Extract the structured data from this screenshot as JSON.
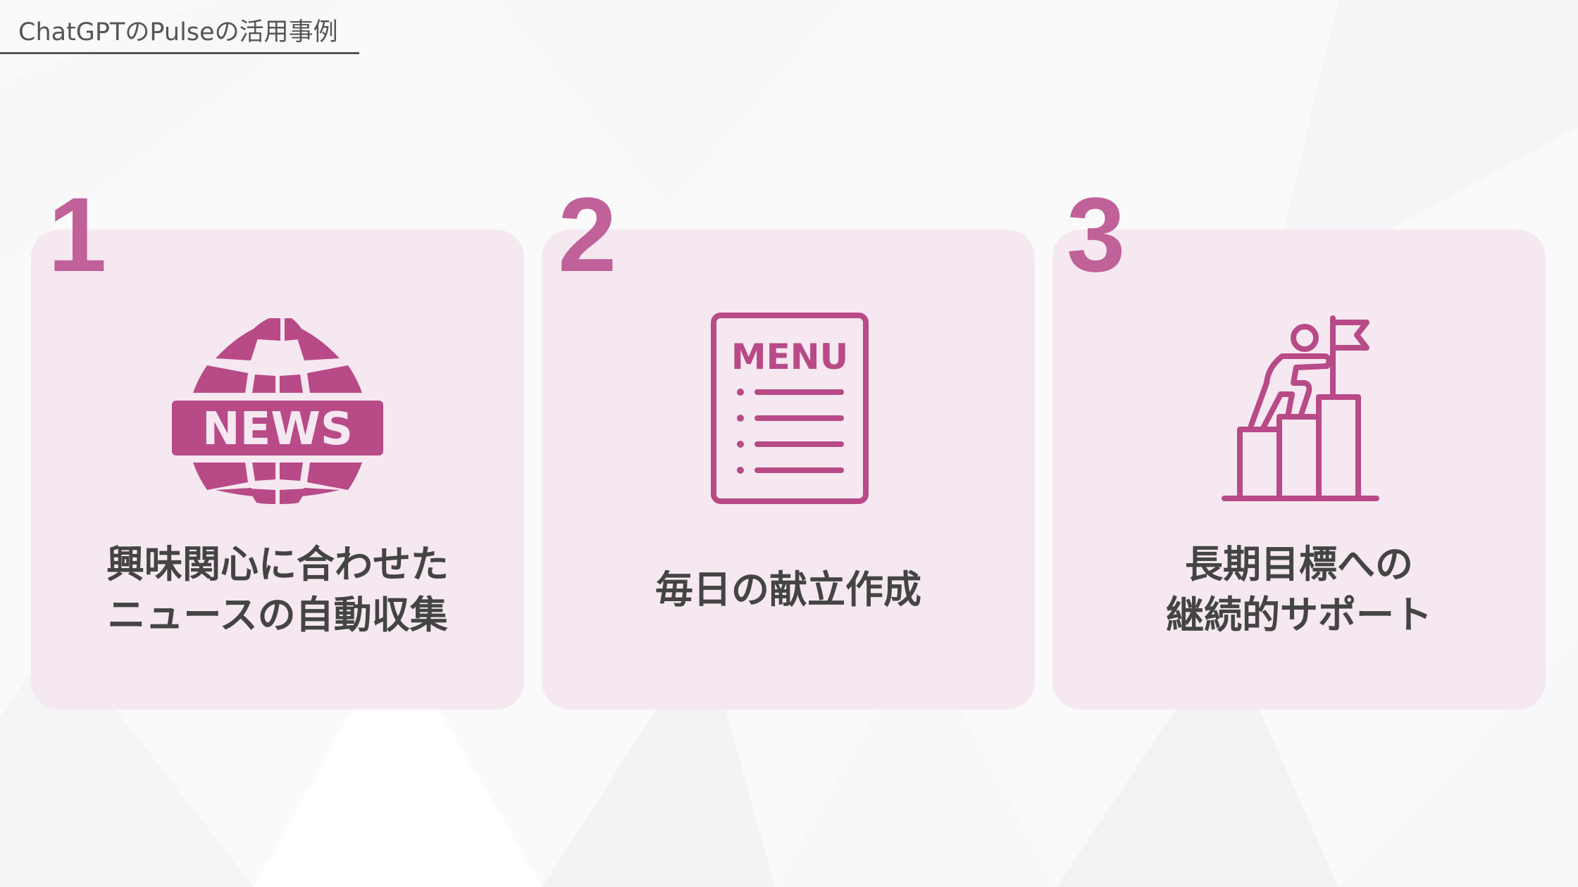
{
  "header": {
    "title": "ChatGPTのPulseの活用事例"
  },
  "colors": {
    "accent": "#B84A88",
    "number": "#C0619A",
    "card_bg": "#F5E8F0",
    "text": "#444444"
  },
  "cards": [
    {
      "number": "1",
      "icon": "news-globe-icon",
      "icon_text": "NEWS",
      "lines": [
        "興味関心に合わせた",
        "ニュースの自動収集"
      ]
    },
    {
      "number": "2",
      "icon": "menu-document-icon",
      "icon_text": "MENU",
      "lines": [
        "毎日の献立作成"
      ]
    },
    {
      "number": "3",
      "icon": "person-climbing-to-flag-icon",
      "lines": [
        "長期目標への",
        "継続的サポート"
      ]
    }
  ]
}
